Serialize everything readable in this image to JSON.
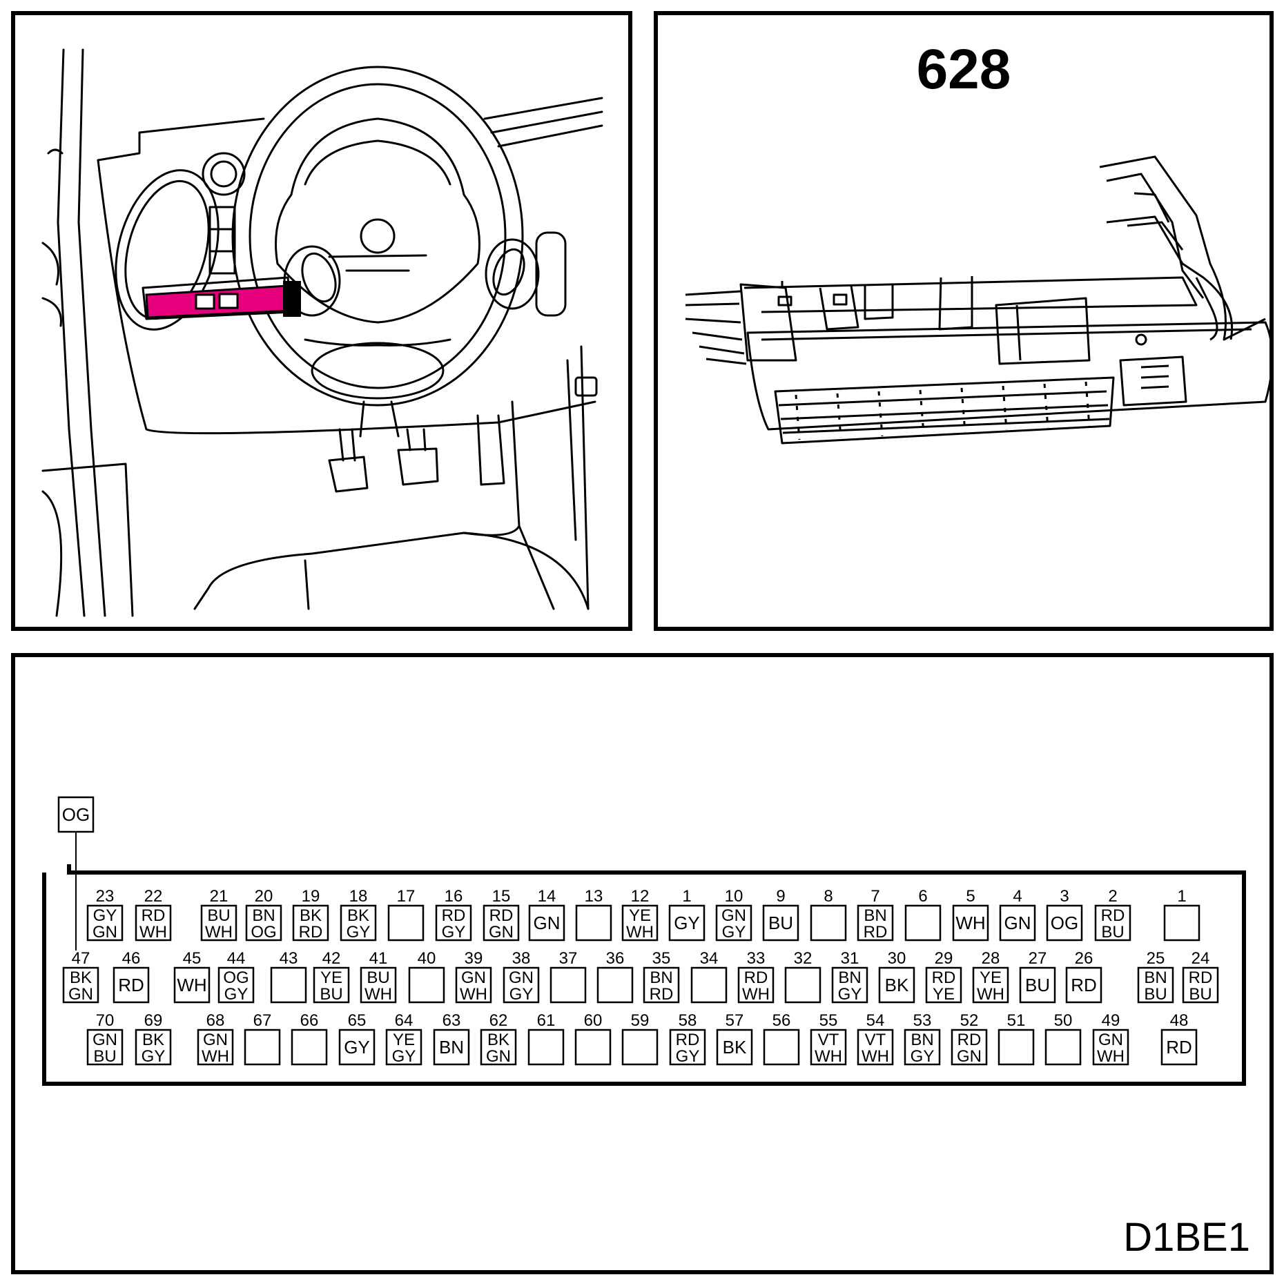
{
  "connector_id": "628",
  "diagram_code": "D1BE1",
  "highlight_color": "#e6007e",
  "isolated_pin": {
    "colors": [
      "OG"
    ]
  },
  "pin_rows": [
    [
      {
        "num": "23",
        "colors": [
          "GY",
          "GN"
        ]
      },
      {
        "num": "22",
        "colors": [
          "RD",
          "WH"
        ]
      },
      {
        "num": "21",
        "colors": [
          "BU",
          "WH"
        ]
      },
      {
        "num": "20",
        "colors": [
          "BN",
          "OG"
        ]
      },
      {
        "num": "19",
        "colors": [
          "BK",
          "RD"
        ]
      },
      {
        "num": "18",
        "colors": [
          "BK",
          "GY"
        ]
      },
      {
        "num": "17",
        "colors": []
      },
      {
        "num": "16",
        "colors": [
          "RD",
          "GY"
        ]
      },
      {
        "num": "15",
        "colors": [
          "RD",
          "GN"
        ]
      },
      {
        "num": "14",
        "colors": [
          "GN"
        ]
      },
      {
        "num": "13",
        "colors": []
      },
      {
        "num": "12",
        "colors": [
          "YE",
          "WH"
        ]
      },
      {
        "num": "1",
        "colors": [
          "GY"
        ]
      },
      {
        "num": "10",
        "colors": [
          "GN",
          "GY"
        ]
      },
      {
        "num": "9",
        "colors": [
          "BU"
        ]
      },
      {
        "num": "8",
        "colors": []
      },
      {
        "num": "7",
        "colors": [
          "BN",
          "RD"
        ]
      },
      {
        "num": "6",
        "colors": []
      },
      {
        "num": "5",
        "colors": [
          "WH"
        ]
      },
      {
        "num": "4",
        "colors": [
          "GN"
        ]
      },
      {
        "num": "3",
        "colors": [
          "OG"
        ]
      },
      {
        "num": "2",
        "colors": [
          "RD",
          "BU"
        ]
      },
      {
        "num": "1",
        "colors": []
      }
    ],
    [
      {
        "num": "47",
        "colors": [
          "BK",
          "GN"
        ]
      },
      {
        "num": "46",
        "colors": [
          "RD"
        ]
      },
      {
        "num": "45",
        "colors": [
          "WH"
        ]
      },
      {
        "num": "44",
        "colors": [
          "OG",
          "GY"
        ]
      },
      {
        "num": "43",
        "colors": []
      },
      {
        "num": "42",
        "colors": [
          "YE",
          "BU"
        ]
      },
      {
        "num": "41",
        "colors": [
          "BU",
          "WH"
        ]
      },
      {
        "num": "40",
        "colors": []
      },
      {
        "num": "39",
        "colors": [
          "GN",
          "WH"
        ]
      },
      {
        "num": "38",
        "colors": [
          "GN",
          "GY"
        ]
      },
      {
        "num": "37",
        "colors": []
      },
      {
        "num": "36",
        "colors": []
      },
      {
        "num": "35",
        "colors": [
          "BN",
          "RD"
        ]
      },
      {
        "num": "34",
        "colors": []
      },
      {
        "num": "33",
        "colors": [
          "RD",
          "WH"
        ]
      },
      {
        "num": "32",
        "colors": []
      },
      {
        "num": "31",
        "colors": [
          "BN",
          "GY"
        ]
      },
      {
        "num": "30",
        "colors": [
          "BK"
        ]
      },
      {
        "num": "29",
        "colors": [
          "RD",
          "YE"
        ]
      },
      {
        "num": "28",
        "colors": [
          "YE",
          "WH"
        ]
      },
      {
        "num": "27",
        "colors": [
          "BU"
        ]
      },
      {
        "num": "26",
        "colors": [
          "RD"
        ]
      },
      {
        "num": "25",
        "colors": [
          "BN",
          "BU"
        ]
      },
      {
        "num": "24",
        "colors": [
          "RD",
          "BU"
        ]
      }
    ],
    [
      {
        "num": "70",
        "colors": [
          "GN",
          "BU"
        ]
      },
      {
        "num": "69",
        "colors": [
          "BK",
          "GY"
        ]
      },
      {
        "num": "68",
        "colors": [
          "GN",
          "WH"
        ]
      },
      {
        "num": "67",
        "colors": []
      },
      {
        "num": "66",
        "colors": []
      },
      {
        "num": "65",
        "colors": [
          "GY"
        ]
      },
      {
        "num": "64",
        "colors": [
          "YE",
          "GY"
        ]
      },
      {
        "num": "63",
        "colors": [
          "BN"
        ]
      },
      {
        "num": "62",
        "colors": [
          "BK",
          "GN"
        ]
      },
      {
        "num": "61",
        "colors": []
      },
      {
        "num": "60",
        "colors": []
      },
      {
        "num": "59",
        "colors": []
      },
      {
        "num": "58",
        "colors": [
          "RD",
          "GY"
        ]
      },
      {
        "num": "57",
        "colors": [
          "BK"
        ]
      },
      {
        "num": "56",
        "colors": []
      },
      {
        "num": "55",
        "colors": [
          "VT",
          "WH"
        ]
      },
      {
        "num": "54",
        "colors": [
          "VT",
          "WH"
        ]
      },
      {
        "num": "53",
        "colors": [
          "BN",
          "GY"
        ]
      },
      {
        "num": "52",
        "colors": [
          "RD",
          "GN"
        ]
      },
      {
        "num": "51",
        "colors": []
      },
      {
        "num": "50",
        "colors": []
      },
      {
        "num": "49",
        "colors": [
          "GN",
          "WH"
        ]
      },
      {
        "num": "48",
        "colors": [
          "RD"
        ]
      }
    ]
  ]
}
